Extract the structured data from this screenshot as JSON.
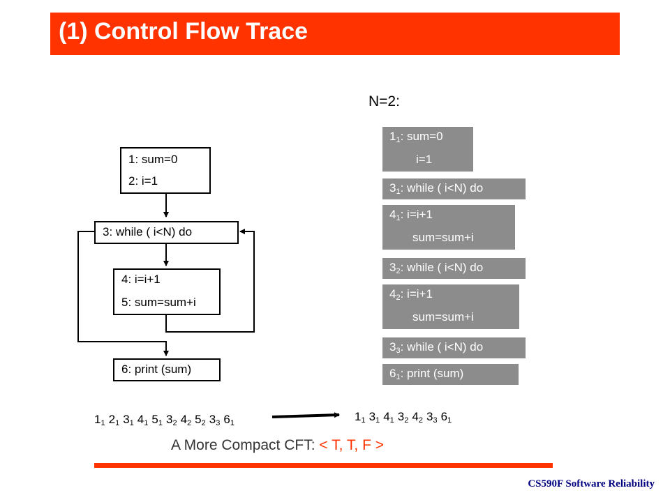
{
  "title": "(1) Control Flow Trace",
  "flowchart": {
    "box1": {
      "line1": "1:  sum=0",
      "line2": "2:  i=1"
    },
    "box2": {
      "line1": "3:  while ( i<N) do"
    },
    "box3": {
      "line1": "4:  i=i+1",
      "line2": "5:  sum=sum+i"
    },
    "box4": {
      "line1": "6:  print (sum)"
    }
  },
  "trace": {
    "n_label": "N=2:",
    "boxes": [
      {
        "num": "1",
        "sub": "1",
        "text": ":  sum=0",
        "line2": "i=1"
      },
      {
        "num": "3",
        "sub": "1",
        "text": ":  while ( i<N) do"
      },
      {
        "num": "4",
        "sub": "1",
        "text": ":  i=i+1",
        "line2": "sum=sum+i"
      },
      {
        "num": "3",
        "sub": "2",
        "text": ":  while ( i<N) do"
      },
      {
        "num": "4",
        "sub": "2",
        "text": ":  i=i+1",
        "line2": "sum=sum+i"
      },
      {
        "num": "3",
        "sub": "3",
        "text": ":  while ( i<N) do"
      },
      {
        "num": "6",
        "sub": "1",
        "text": ":  print (sum)"
      }
    ]
  },
  "full_trace": [
    {
      "n": "1",
      "s": "1"
    },
    {
      "n": "2",
      "s": "1"
    },
    {
      "n": "3",
      "s": "1"
    },
    {
      "n": "4",
      "s": "1"
    },
    {
      "n": "5",
      "s": "1"
    },
    {
      "n": "3",
      "s": "2"
    },
    {
      "n": "4",
      "s": "2"
    },
    {
      "n": "5",
      "s": "2"
    },
    {
      "n": "3",
      "s": "3"
    },
    {
      "n": "6",
      "s": "1"
    }
  ],
  "reduced_trace": [
    {
      "n": "1",
      "s": "1"
    },
    {
      "n": "3",
      "s": "1"
    },
    {
      "n": "4",
      "s": "1"
    },
    {
      "n": "3",
      "s": "2"
    },
    {
      "n": "4",
      "s": "2"
    },
    {
      "n": "3",
      "s": "3"
    },
    {
      "n": "6",
      "s": "1"
    }
  ],
  "compact": {
    "label": "A More Compact CFT:",
    "value": "< T, T, F >"
  },
  "footer": "CS590F Software Reliability",
  "colors": {
    "accent": "#ff3300",
    "trace_box": "#8c8c8c",
    "footer": "#000080"
  }
}
